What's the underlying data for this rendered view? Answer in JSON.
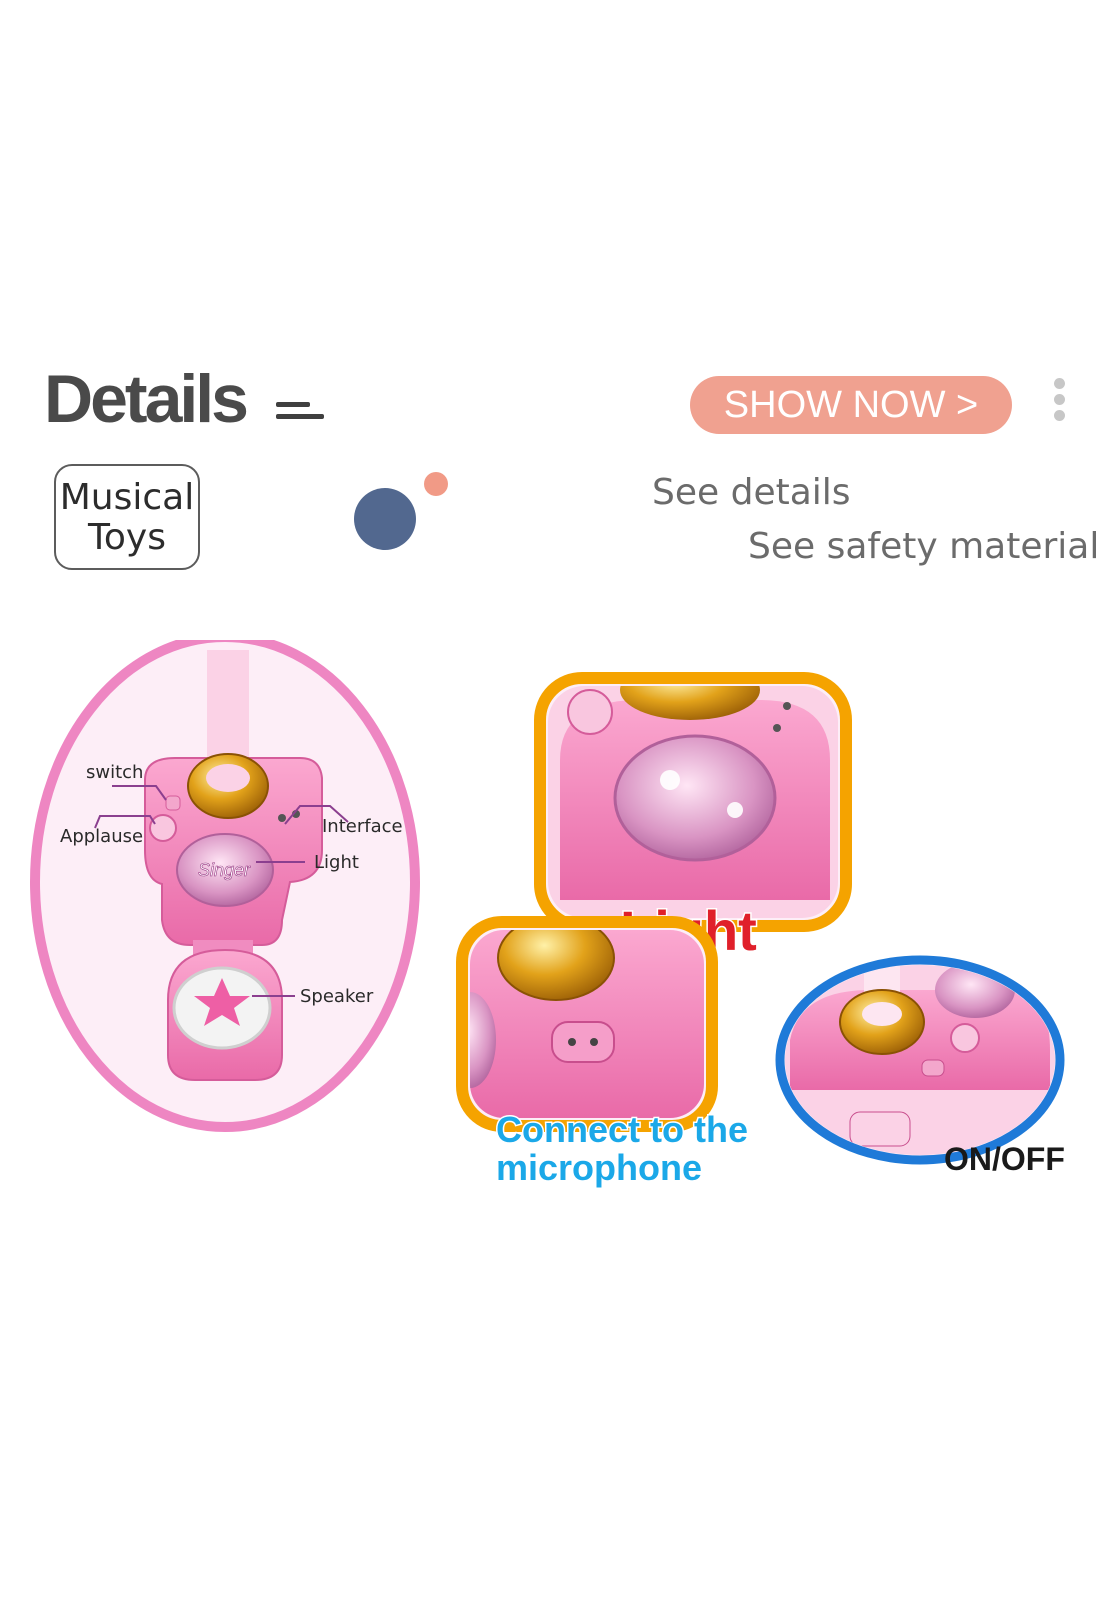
{
  "header": {
    "title": "Details",
    "show_button": "SHOW NOW >"
  },
  "category_tag": {
    "line1": "Musical",
    "line2": "Toys"
  },
  "links": {
    "details": "See details",
    "safety": "See safety material"
  },
  "product": {
    "brand_label": "Singer",
    "callouts": {
      "switch": "switch",
      "applause": "Applause",
      "interface": "Interface",
      "light": "Light",
      "speaker": "Speaker"
    },
    "feature_light": "Light",
    "feature_connect_line1": "Connect to the",
    "feature_connect_line2": "microphone",
    "feature_onoff": "ON/OFF"
  },
  "colors": {
    "title": "#4a4a4a",
    "button": "#f0a190",
    "accent_blue": "#52688f",
    "accent_pink": "#f19a86",
    "toy_pink": "#f07fb6",
    "frame_orange": "#f5a300",
    "frame_blue": "#1f7ad8"
  }
}
